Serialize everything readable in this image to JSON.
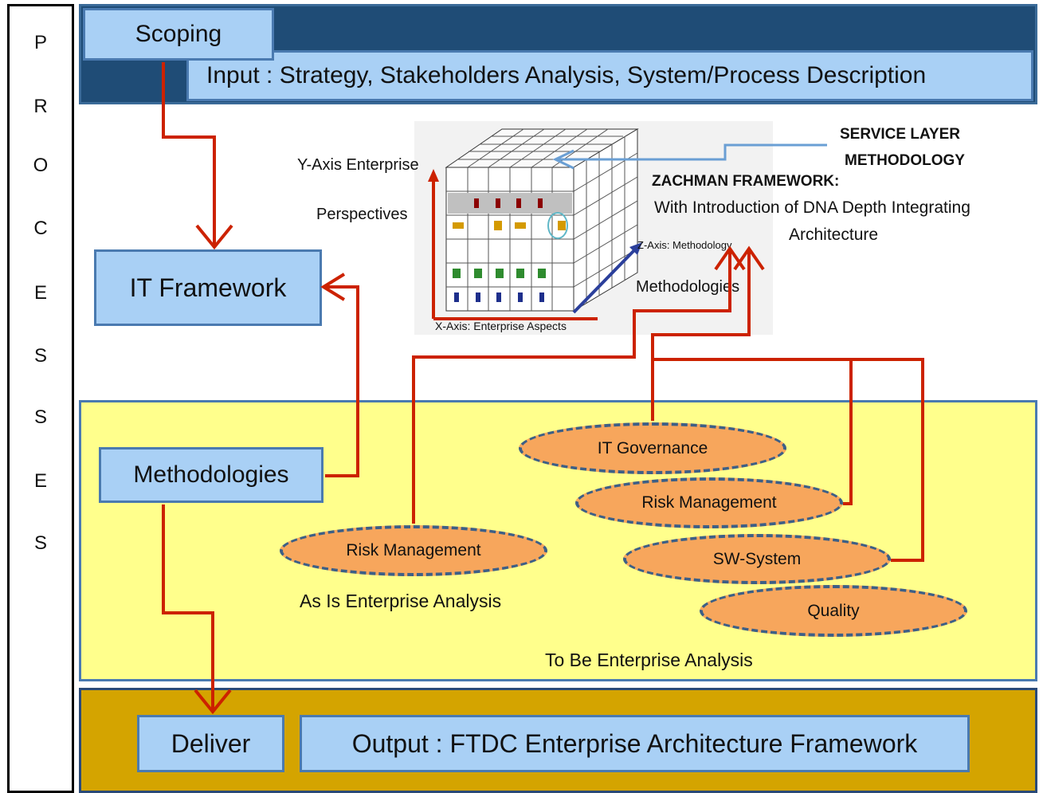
{
  "process_label": [
    "P",
    "R",
    "O",
    "C",
    "E",
    "S",
    "S",
    "E",
    "S"
  ],
  "scoping": "Scoping",
  "input": "Input : Strategy, Stakeholders Analysis, System/Process Description",
  "it_framework": "IT Framework",
  "methodologies_box": "Methodologies",
  "deliver": "Deliver",
  "output": "Output : FTDC Enterprise Architecture Framework",
  "zachman": {
    "y_axis_line1": "Y-Axis Enterprise",
    "y_axis_line2": "Perspectives",
    "x_axis": "X-Axis: Enterprise Aspects",
    "z_axis": "Z-Axis: Methodology",
    "service_line1": "SERVICE LAYER",
    "service_line2": "METHODOLOGY",
    "title": "ZACHMAN FRAMEWORK:",
    "subtitle_line1": "With Introduction of DNA Depth Integrating",
    "subtitle_line2": "Architecture",
    "methodologies_label": "Methodologies"
  },
  "ellipses": {
    "it_governance": "IT Governance",
    "risk_management_to_be": "Risk Management",
    "sw_system": "SW-System",
    "quality": "Quality",
    "risk_management_as_is": "Risk Management"
  },
  "as_is_label": "As Is Enterprise Analysis",
  "to_be_label": "To Be Enterprise Analysis",
  "colors": {
    "top_band": "#1f4c76",
    "box_fill": "#a9d0f5",
    "yellow_band": "#ffff8c",
    "gold_band": "#d4a400",
    "ellipse_fill": "#f7a65c",
    "arrow_red": "#cc2200",
    "arrow_blue": "#6a9fd4"
  }
}
